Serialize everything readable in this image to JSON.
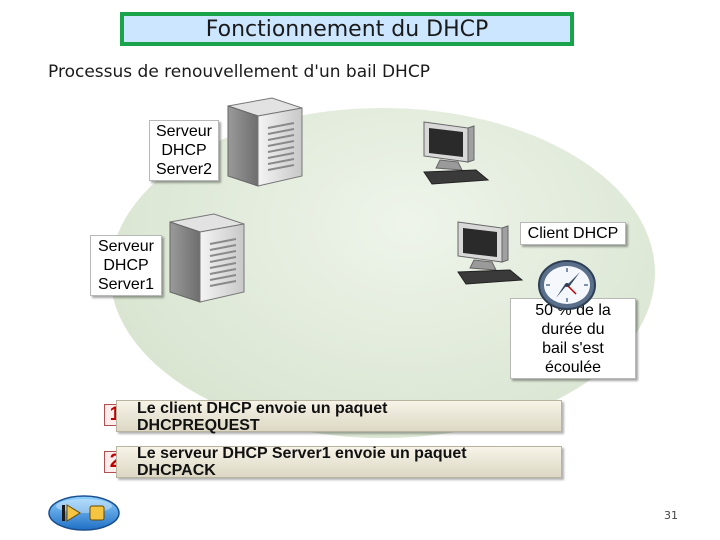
{
  "title": "Fonctionnement  du DHCP",
  "subtitle": "Processus de renouvellement d'un bail DHCP",
  "server2_label": [
    "Serveur",
    "DHCP",
    "Server2"
  ],
  "server1_label": [
    "Serveur",
    "DHCP",
    "Server1"
  ],
  "client_label": "Client DHCP",
  "lease_note": [
    "50 % de la",
    "durée du",
    "bail s'est",
    "écoulée"
  ],
  "steps": [
    {
      "number": "1",
      "lines": [
        "Le client DHCP envoie un paquet",
        "DHCPREQUEST"
      ]
    },
    {
      "number": "2",
      "lines": [
        "Le serveur DHCP Server1 envoie un paquet",
        "DHCPACK"
      ]
    }
  ],
  "page_number": "31",
  "icons": {
    "server": "server-tower-icon",
    "client": "workstation-icon",
    "clock": "clock-icon",
    "nav_play": "play-icon",
    "nav_stop": "stop-icon"
  },
  "colors": {
    "title_bg": "#cde6ff",
    "title_border": "#19a34a",
    "step_number": "#c00000",
    "ellipse": "#dfe9d8"
  }
}
